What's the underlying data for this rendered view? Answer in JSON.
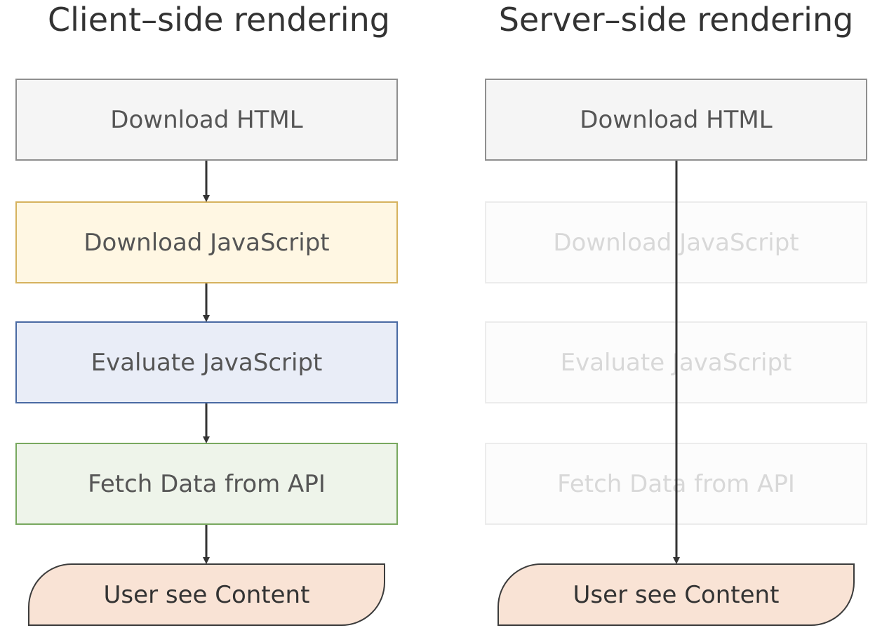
{
  "left_column": {
    "title": "Client–side rendering",
    "steps": [
      "Download HTML",
      "Download JavaScript",
      "Evaluate JavaScript",
      "Fetch Data from API"
    ],
    "result": "User see Content"
  },
  "right_column": {
    "title": "Server–side rendering",
    "steps": [
      "Download HTML",
      "Download JavaScript",
      "Evaluate JavaScript",
      "Fetch Data from API"
    ],
    "result": "User see Content"
  },
  "colors": {
    "neutral_fill": "#f5f5f5",
    "neutral_border": "#8f8f8f",
    "yellow_fill": "#fff7e3",
    "yellow_border": "#d6b25e",
    "blue_fill": "#e9edf7",
    "blue_border": "#4a6aa3",
    "green_fill": "#eef4ea",
    "green_border": "#78a85f",
    "result_fill": "#f9e3d5",
    "arrow": "#333333"
  }
}
